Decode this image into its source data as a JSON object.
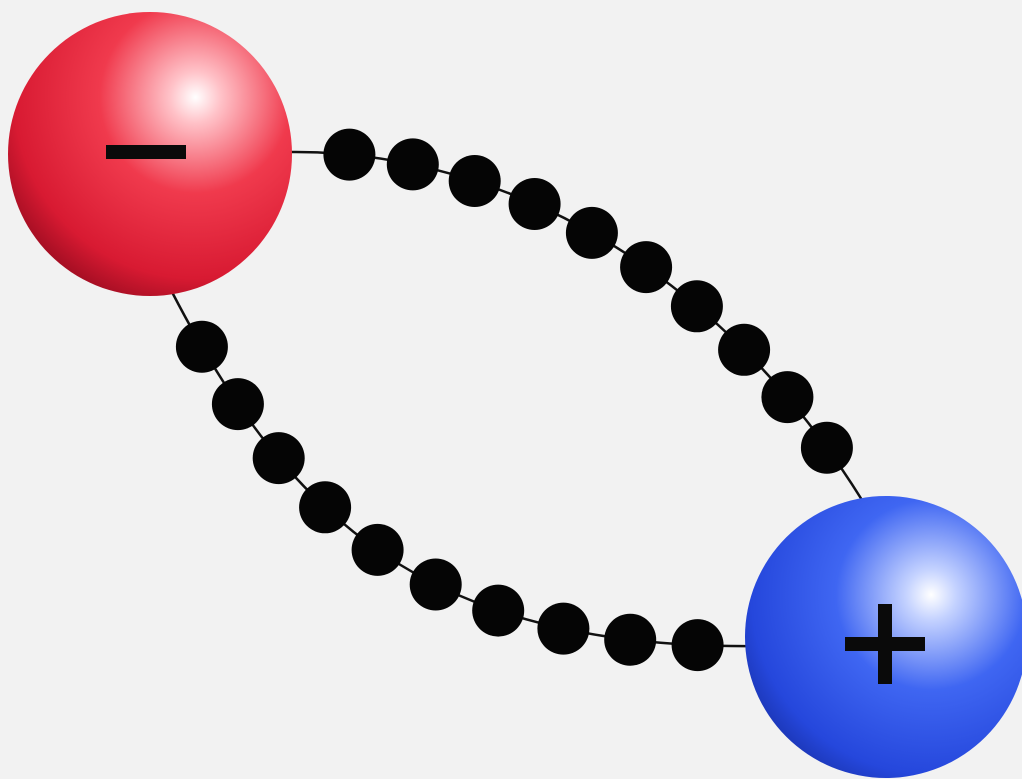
{
  "diagram": {
    "background": "#f2f2f2",
    "negative_charge": {
      "symbol": "−",
      "color": "#e8263a",
      "highlight": "#ffffff",
      "icon": "negative-charge-sphere"
    },
    "positive_charge": {
      "symbol": "+",
      "color": "#2f55e6",
      "highlight": "#ffffff",
      "icon": "positive-charge-sphere"
    },
    "bead_color": "#050505",
    "upper_chain_bead_count": 10,
    "lower_chain_bead_count": 10
  }
}
